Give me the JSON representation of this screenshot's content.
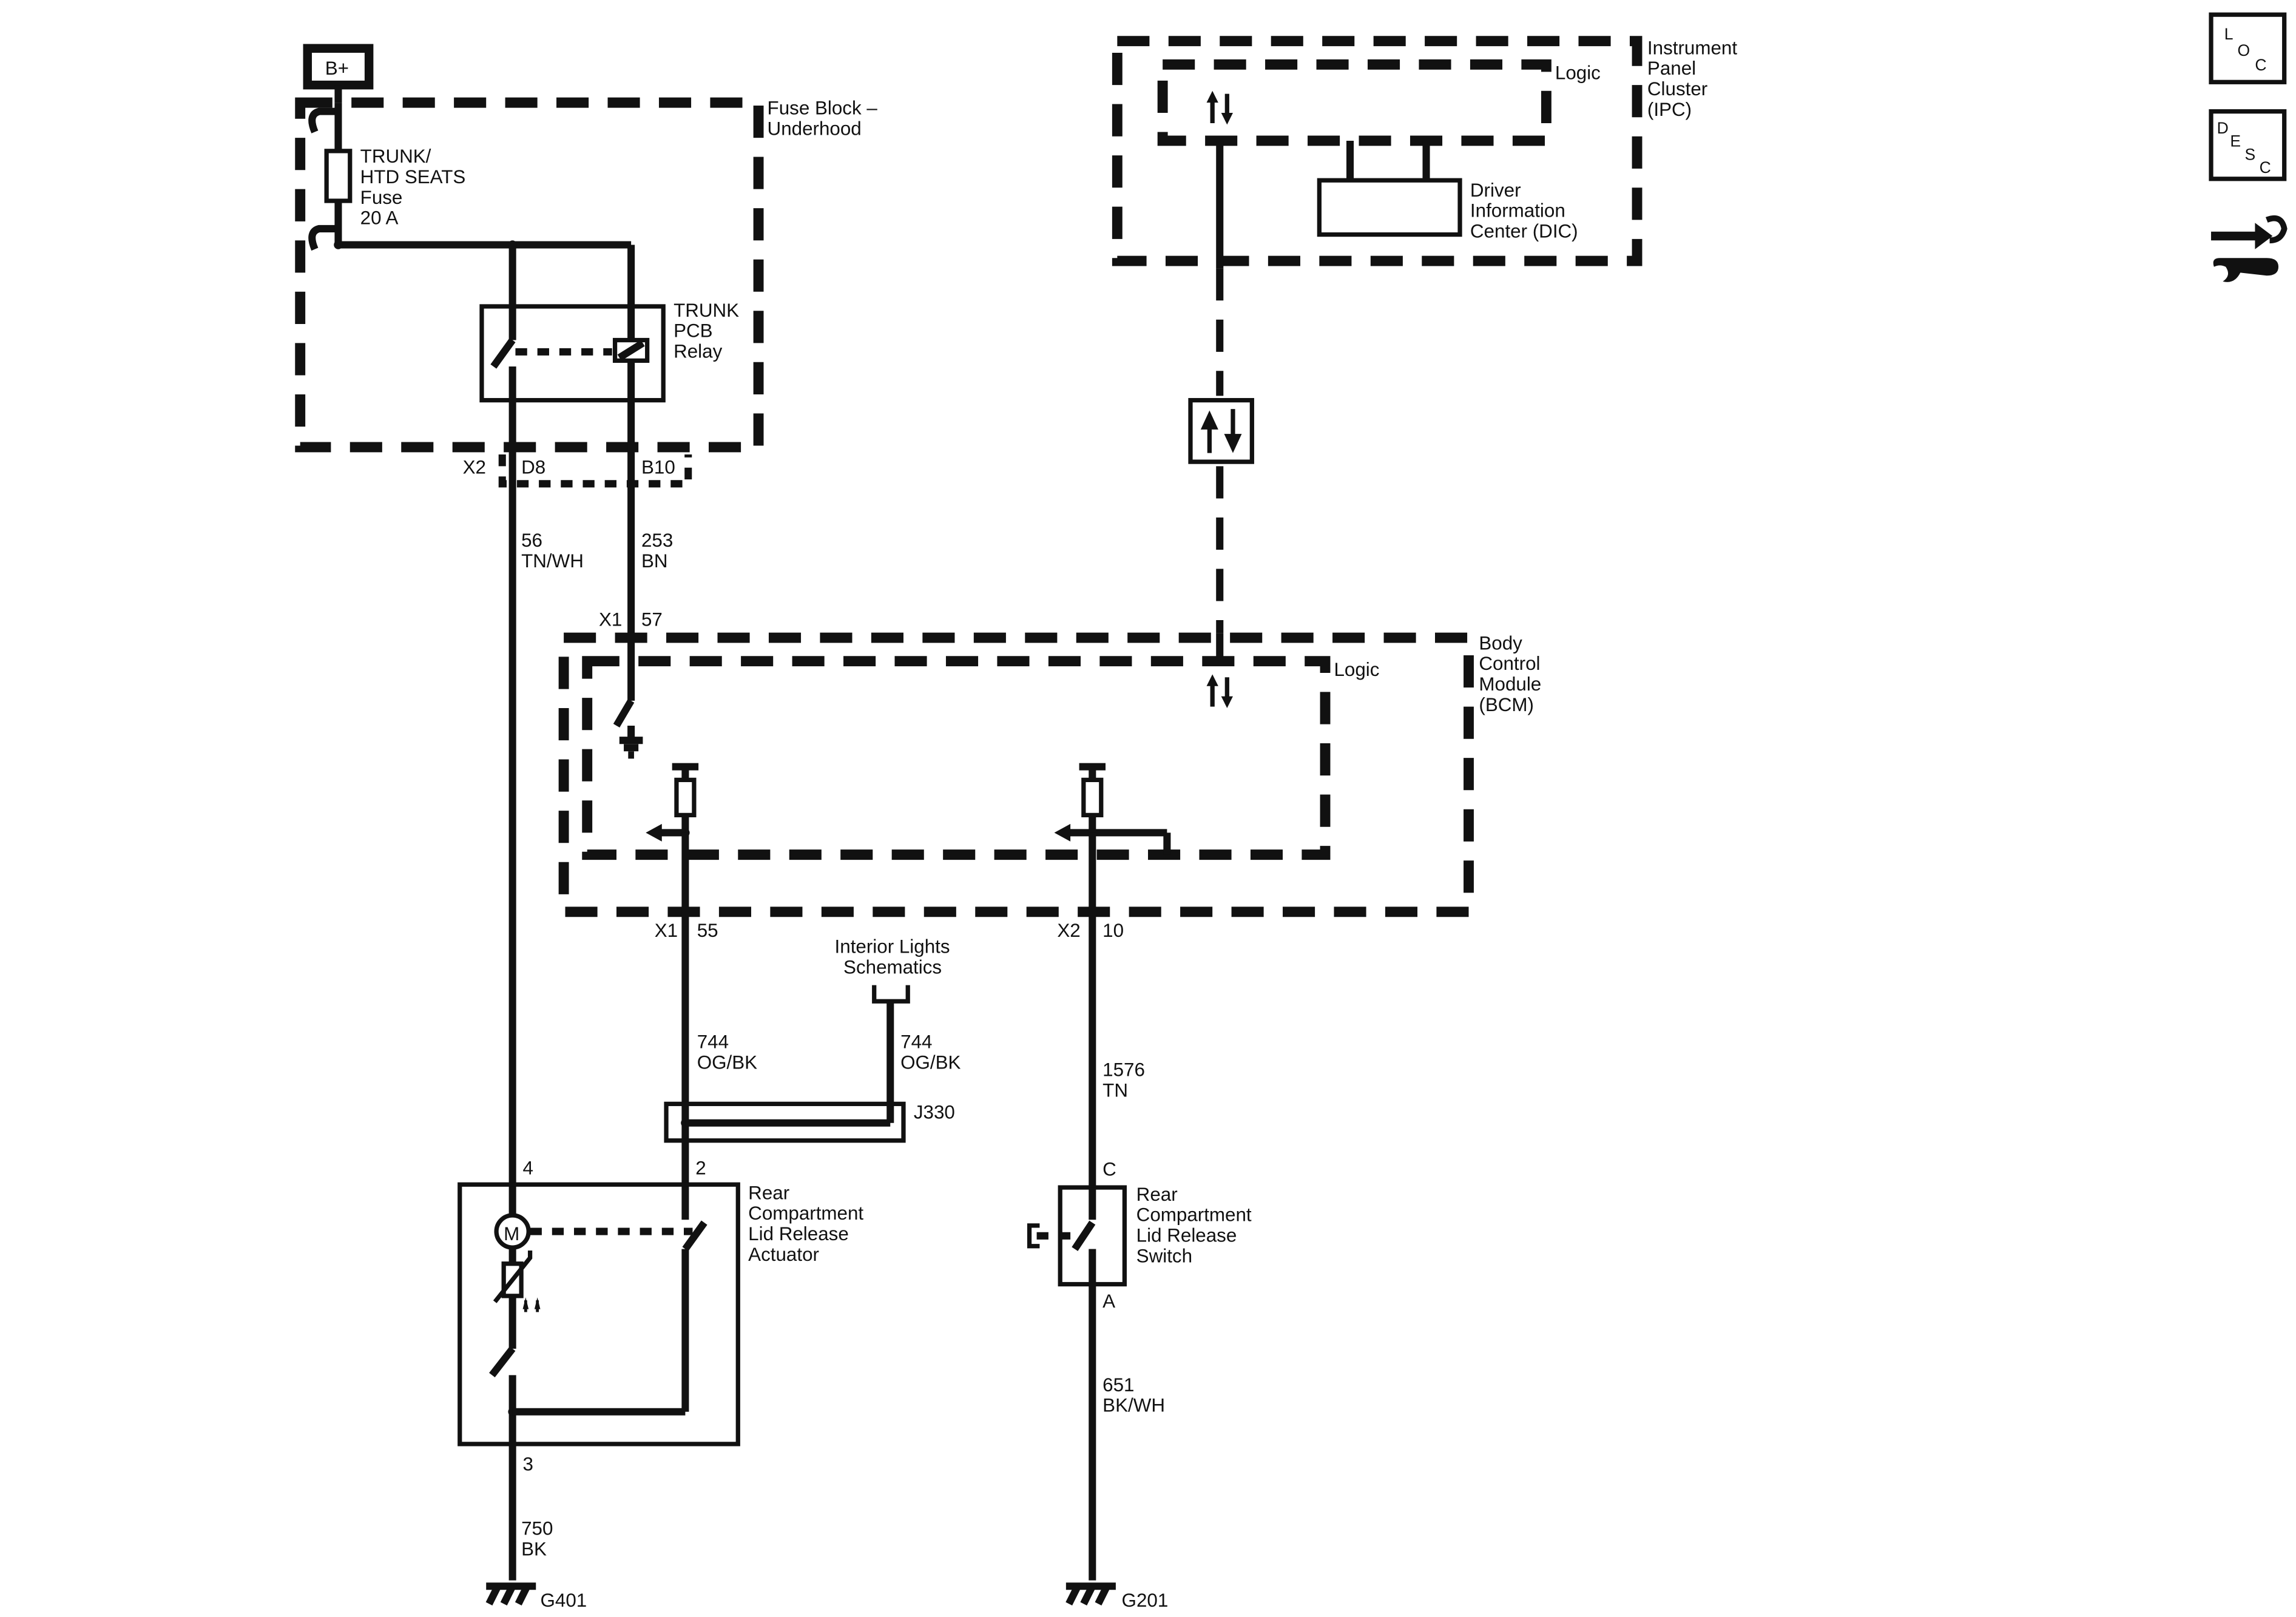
{
  "battery": {
    "label": "B+"
  },
  "fuse_block": {
    "name_line1": "Fuse Block –",
    "name_line2": "Underhood"
  },
  "fuse": {
    "line1": "TRUNK/",
    "line2": "HTD SEATS",
    "line3": "Fuse",
    "line4": "20 A"
  },
  "relay": {
    "line1": "TRUNK",
    "line2": "PCB",
    "line3": "Relay"
  },
  "fuse_block_connector": {
    "connector": "X2",
    "pin_d8": "D8",
    "pin_b10": "B10"
  },
  "wire_56": {
    "circuit": "56",
    "color": "TN/WH"
  },
  "wire_253": {
    "circuit": "253",
    "color": "BN"
  },
  "ipc": {
    "name_line1": "Instrument",
    "name_line2": "Panel",
    "name_line3": "Cluster",
    "name_line4": "(IPC)",
    "logic": "Logic"
  },
  "dic": {
    "line1": "Driver",
    "line2": "Information",
    "line3": "Center (DIC)"
  },
  "bcm": {
    "name_line1": "Body",
    "name_line2": "Control",
    "name_line3": "Module",
    "name_line4": "(BCM)",
    "logic": "Logic"
  },
  "bcm_top_connector": {
    "connector": "X1",
    "pin": "57"
  },
  "bcm_pin_55": {
    "connector": "X1",
    "pin": "55"
  },
  "bcm_pin_10": {
    "connector": "X2",
    "pin": "10"
  },
  "interior_lights": {
    "line1": "Interior Lights",
    "line2": "Schematics"
  },
  "wire_744_left": {
    "circuit": "744",
    "color": "OG/BK"
  },
  "wire_744_right": {
    "circuit": "744",
    "color": "OG/BK"
  },
  "splice": {
    "label": "J330"
  },
  "wire_1576": {
    "circuit": "1576",
    "color": "TN"
  },
  "actuator": {
    "line1": "Rear",
    "line2": "Compartment",
    "line3": "Lid Release",
    "line4": "Actuator",
    "pin_4": "4",
    "pin_2": "2",
    "pin_3": "3",
    "motor": "M"
  },
  "switch": {
    "line1": "Rear",
    "line2": "Compartment",
    "line3": "Lid Release",
    "line4": "Switch",
    "pin_c": "C",
    "pin_a": "A"
  },
  "wire_750": {
    "circuit": "750",
    "color": "BK"
  },
  "wire_651": {
    "circuit": "651",
    "color": "BK/WH"
  },
  "ground_left": {
    "label": "G401"
  },
  "ground_right": {
    "label": "G201"
  },
  "side_icons": {
    "loc": {
      "l1": "L",
      "l2": "O",
      "l3": "C"
    },
    "desc": {
      "l1": "D",
      "l2": "E",
      "l3": "S",
      "l4": "C"
    },
    "tool_icon": "connector-wrench-icon"
  }
}
